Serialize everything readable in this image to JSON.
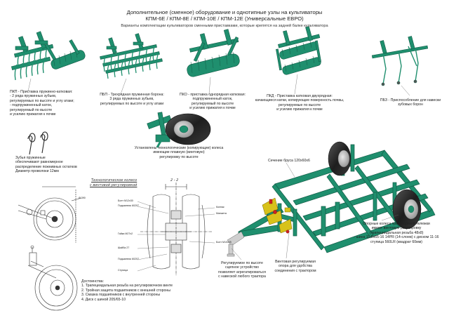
{
  "header": {
    "title_line1": "Дополнительное (сменное) оборудование и однотипные узлы на культиваторы",
    "title_line2": "КПМ-6Е / КПМ-8Е / КПМ-10Е / КПМ-12Е (Универсальные ЕВРО)",
    "subtitle": "Варианты комплектации культиваторов сменными приставками, которые крепятся на задней балке культиватора"
  },
  "attachments": [
    {
      "code": "ПКП",
      "lines": [
        "ПКП - Приставка пружинно-катковая:",
        "- 2 ряда пружинных зубьев,",
        "регулируемых по высоте и углу атаки;",
        "- подпружиненный каток,",
        "регулируемый по высоте",
        "и усилию прижатия к почве"
      ]
    },
    {
      "code": "ПБП",
      "lines": [
        "ПБП - Трехрядная пружинная борона:",
        "3 ряда пружинных зубьев,",
        "регулируемых по высоте и углу атаки"
      ]
    },
    {
      "code": "ПКО",
      "lines": [
        "ПКО - приставка однорядная катковая:",
        "подпружиненный каток,",
        "регулируемый по высоте",
        "и усилию прижатия к почве"
      ]
    },
    {
      "code": "ПКД",
      "lines": [
        "ПКД - Приставка катковая двухрядная:",
        "качающиеся катки, копирующие поверхность почвы,",
        "регулируемые по высоте",
        "и усилию прижатия к почве"
      ]
    },
    {
      "code": "ПБЗ",
      "lines": [
        "ПБЗ - Приспособление для навески",
        "зубовых борон"
      ]
    }
  ],
  "teeth_note": [
    "Зубья пружинные",
    "обеспечивают равномерное",
    "распределение пожнивных остатков",
    "Диаметр проволоки 12мм"
  ],
  "wheel_note": [
    "Установлены технологические (копирующие) колеса",
    "имеющие плавную (винтовую)",
    "регулировку по высоте"
  ],
  "section_note": "Сечение бруса 120х60х6",
  "wheel_drawing": {
    "title_line1": "Технологическое колесо",
    "title_line2": "с винтовой регулировкой",
    "section_label": "2 - 2",
    "dim_label": "Ø 390",
    "callouts": [
      "Болт М12х30",
      "Подшипник 60207",
      "Гайка М27х2",
      "Шайба 27",
      "Подшипник 60207",
      "Ступица",
      "Колпак",
      "Манжета",
      "Болт М10х25"
    ]
  },
  "advantages": {
    "title": "Достоинства:",
    "items": [
      "1. Трапецеидальная резьба на регулировочном винте",
      "2. Тройная защита подшипников с внешней стороны",
      "3. Смазка подшипников с внутренней стороны",
      "4. Диск с шиной 205/65-10"
    ]
  },
  "frame_notes": {
    "coupler": [
      "Регулируемое по высоте",
      "сцепное устройство",
      "позволяет агрегатироваться",
      "с навеской любого трактора"
    ],
    "supports": [
      "Винтовая регулируемая",
      "опора для удобства",
      "соединения с трактором"
    ],
    "transport_wheels": [
      "Опорные колеса транспортной тележки",
      "имеют винтовую регулировку",
      "(трапециидальная резьба 48х8)",
      "- шина 11,0х65-16 14PR (14-слоев) с диском 11-16",
      "ступица 560LR (квадрат 60мм)"
    ]
  },
  "colors": {
    "steel": "#1f8f6e",
    "steel_dark": "#125c47",
    "tire": "#1e1e1e",
    "accent": "#d8c21a",
    "hitch": "#d8d8d8",
    "line": "#333333"
  }
}
